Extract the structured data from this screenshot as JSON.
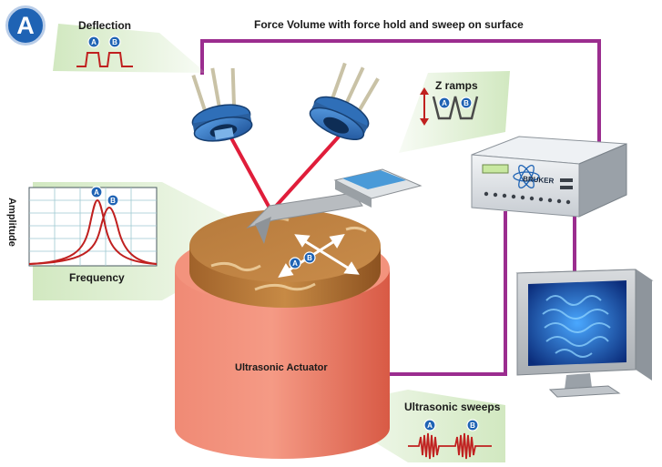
{
  "panel_letter": "A",
  "title": "Force Volume with force hold and sweep on surface",
  "labels": {
    "deflection": "Deflection",
    "z_ramps": "Z ramps",
    "amplitude": "Amplitude",
    "frequency": "Frequency",
    "ultrasonic_actuator": "Ultrasonic Actuator",
    "ultrasonic_sweeps": "Ultrasonic sweeps"
  },
  "markers": {
    "a": "A",
    "b": "B"
  },
  "brand": "BRUKER",
  "colors": {
    "wire": "#9b2d8f",
    "laser": "#e01d3a",
    "marker": "#1f63b4",
    "callout": "#cfe7bd",
    "curve_red": "#c0201f",
    "actuator": "#e8705a",
    "sample": "#b9793a"
  }
}
